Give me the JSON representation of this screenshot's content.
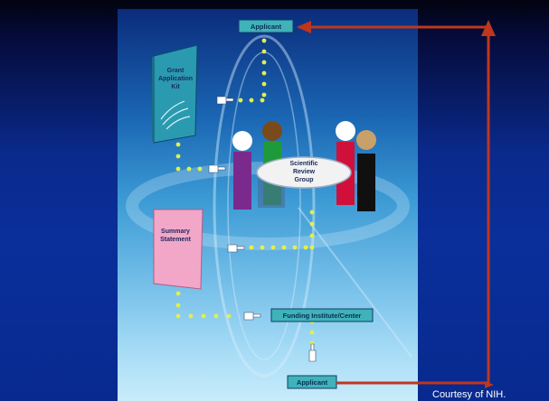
{
  "diagram": {
    "applicant_top": "Applicant",
    "grant_kit": [
      "Grant",
      "Application",
      "Kit"
    ],
    "review_group": [
      "Scientific",
      "Review",
      "Group"
    ],
    "summary_statement": [
      "Summary",
      "Statement"
    ],
    "funding_center": "Funding Institute/Center",
    "applicant_bottom": "Applicant"
  },
  "credit": "Courtesy of NIH.",
  "colors": {
    "arrow": "#c0361c",
    "dots": "#e2f04a",
    "label_fill": "#3fb3b8",
    "kit_fill": "#2a9ab0",
    "summary_fill": "#f2a7c8"
  },
  "icons": [
    "pointing-hand-icon"
  ]
}
